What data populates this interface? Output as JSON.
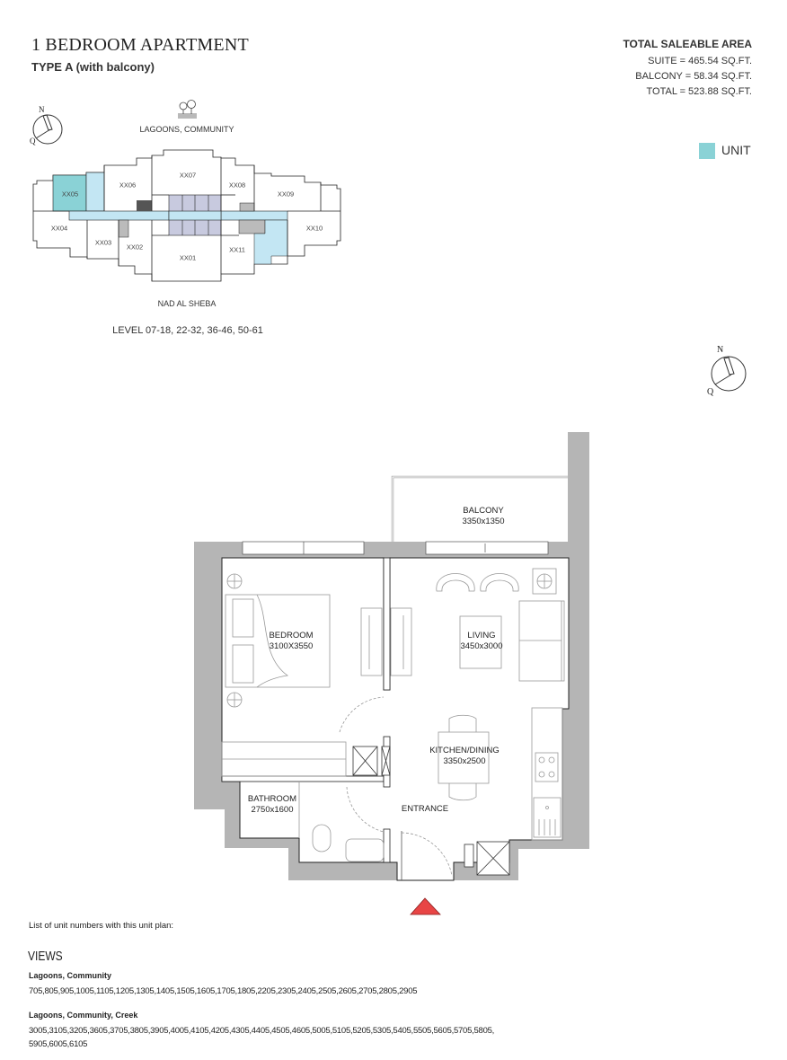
{
  "header": {
    "title": "1 BEDROOM APARTMENT",
    "subtitle": "TYPE A (with balcony)"
  },
  "area": {
    "heading": "TOTAL SALEABLE AREA",
    "suite": "SUITE = 465.54 SQ.FT.",
    "balcony": "BALCONY = 58.34 SQ.FT.",
    "total": "TOTAL = 523.88 SQ.FT."
  },
  "legend": {
    "label": "UNIT",
    "color": "#8ad2d6"
  },
  "key_plan": {
    "north_label": "N",
    "qibla_label": "Q",
    "top_view": "LAGOONS, COMMUNITY",
    "bottom_view": "NAD AL SHEBA",
    "levels": "LEVEL 07-18, 22-32, 36-46, 50-61",
    "units": [
      "XX01",
      "XX02",
      "XX03",
      "XX04",
      "XX05",
      "XX06",
      "XX07",
      "XX08",
      "XX09",
      "XX10",
      "XX11"
    ],
    "highlight_unit": "XX05"
  },
  "floor_plan": {
    "north_label": "N",
    "qibla_label": "Q",
    "rooms": {
      "balcony": {
        "name": "BALCONY",
        "size": "3350x1350"
      },
      "bedroom": {
        "name": "BEDROOM",
        "size": "3100X3550"
      },
      "living": {
        "name": "LIVING",
        "size": "3450x3000"
      },
      "kitchen": {
        "name": "KITCHEN/DINING",
        "size": "3350x2500"
      },
      "bathroom": {
        "name": "BATHROOM",
        "size": "2750x1600"
      },
      "entrance": {
        "name": "ENTRANCE"
      }
    },
    "entrance_marker_color": "#e84545"
  },
  "footer": {
    "intro": "List of unit numbers with this unit plan:",
    "views_heading": "VIEWS",
    "groups": [
      {
        "view": "Lagoons, Community",
        "units": "705,805,905,1005,1105,1205,1305,1405,1505,1605,1705,1805,2205,2305,2405,2505,2605,2705,2805,2905"
      },
      {
        "view": "Lagoons, Community, Creek",
        "units_line1": "3005,3105,3205,3605,3705,3805,3905,4005,4105,4205,4305,4405,4505,4605,5005,5105,5205,5305,5405,5505,5605,5705,5805,",
        "units_line2": "5905,6005,6105"
      }
    ]
  }
}
